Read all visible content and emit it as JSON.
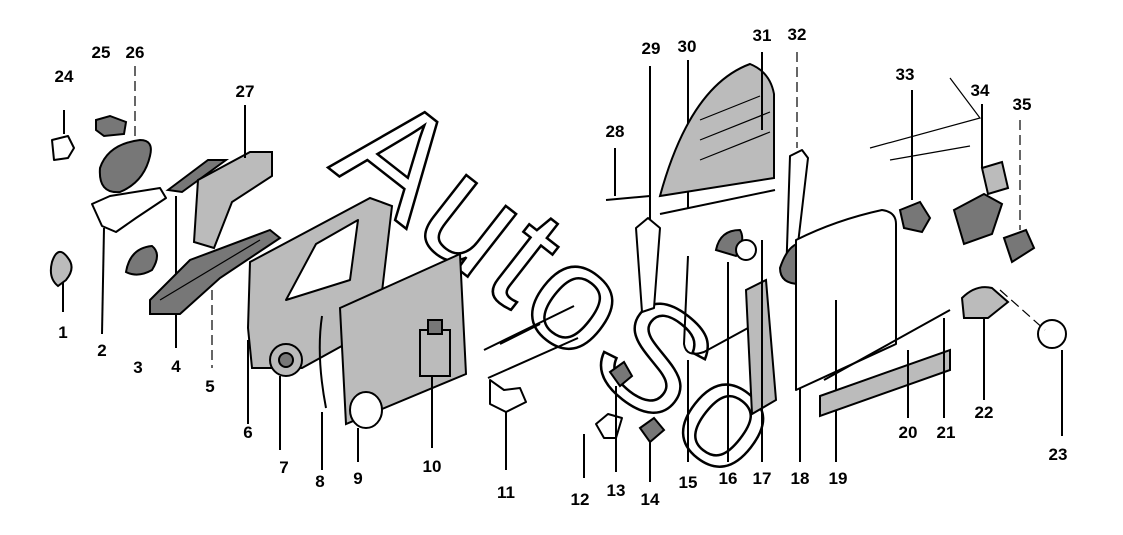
{
  "watermark": "AutoSo",
  "labels": [
    "1",
    "2",
    "3",
    "4",
    "5",
    "6",
    "7",
    "8",
    "9",
    "10",
    "11",
    "12",
    "13",
    "14",
    "15",
    "16",
    "17",
    "18",
    "19",
    "20",
    "21",
    "22",
    "23",
    "24",
    "25",
    "26",
    "27",
    "28",
    "29",
    "30",
    "31",
    "32",
    "33",
    "34",
    "35"
  ],
  "colors": {
    "ink": "#000000",
    "background": "#ffffff",
    "shade": "#777777"
  }
}
